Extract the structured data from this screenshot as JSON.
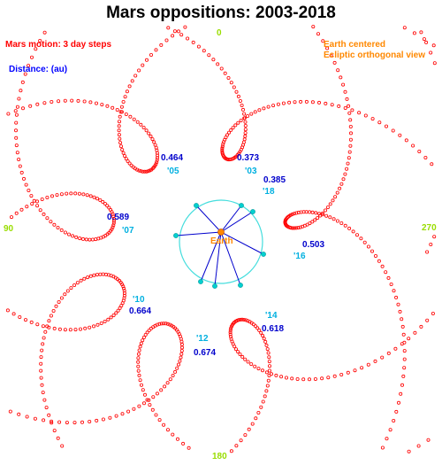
{
  "title": "Mars oppositions:  2003-2018",
  "legend": {
    "motion": "Mars motion: 3 day steps",
    "distance": "Distance: (au)",
    "view_line1": "Earth centered",
    "view_line2": "Ecliptic orthogonal view"
  },
  "angles": {
    "top": "0",
    "left": "90",
    "right": "270",
    "bottom": "180"
  },
  "earth_label": "Earth",
  "oppositions": [
    {
      "year": "'03",
      "distance": "0.373"
    },
    {
      "year": "'05",
      "distance": "0.464"
    },
    {
      "year": "'07",
      "distance": "0.589"
    },
    {
      "year": "'10",
      "distance": "0.664"
    },
    {
      "year": "'12",
      "distance": "0.674"
    },
    {
      "year": "'14",
      "distance": "0.618"
    },
    {
      "year": "'16",
      "distance": "0.503"
    },
    {
      "year": "'18",
      "distance": "0.385"
    }
  ],
  "colors": {
    "path": "#ff0000",
    "distance_text": "#0000cc",
    "year_text": "#00b0e0",
    "angle_text": "#99dd00",
    "earth": "#ff8800",
    "orbit_circle": "#44dddd",
    "legend_motion": "#ff0000",
    "legend_distance": "#0000ff",
    "legend_view": "#ff8800"
  }
}
